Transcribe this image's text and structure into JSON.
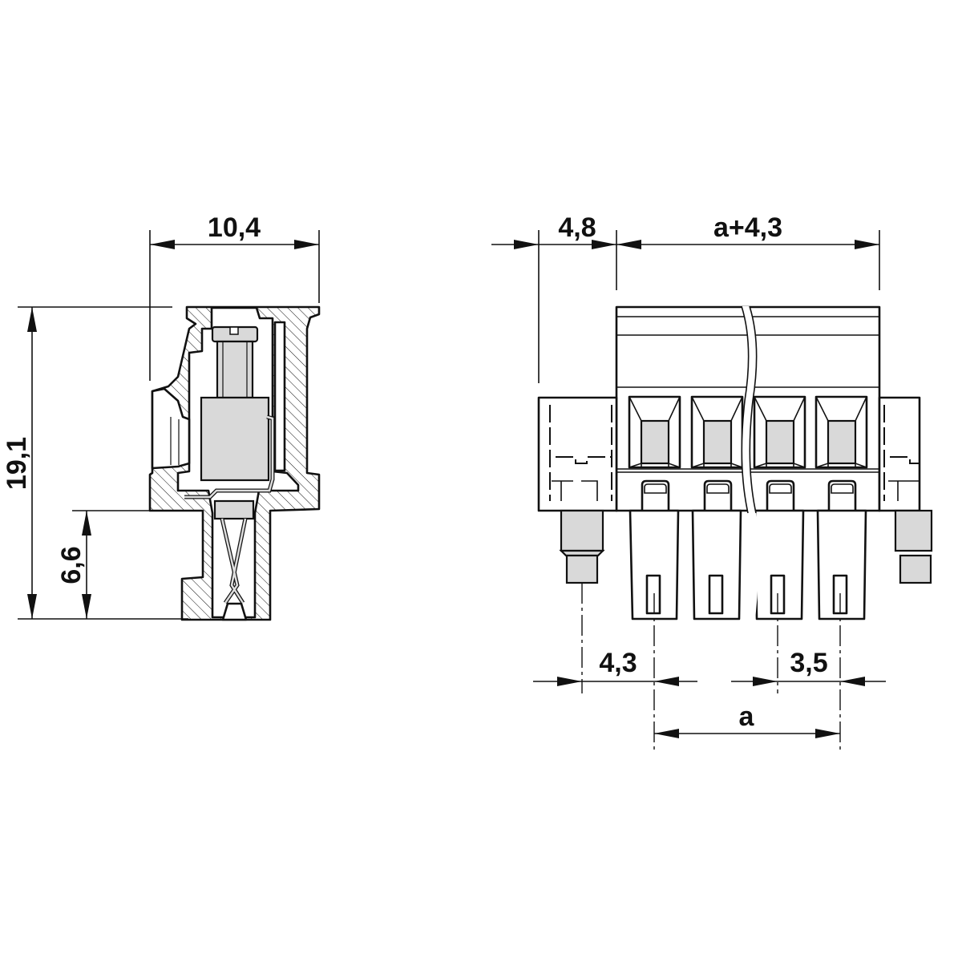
{
  "drawing": {
    "side_view": {
      "width_label": "10,4",
      "height_label": "19,1",
      "pin_height_label": "6,6"
    },
    "front_view": {
      "flange_label": "4,8",
      "length_label": "a+4,3",
      "pin_offset_label": "4,3",
      "pitch_label": "3,5",
      "span_label": "a"
    }
  }
}
